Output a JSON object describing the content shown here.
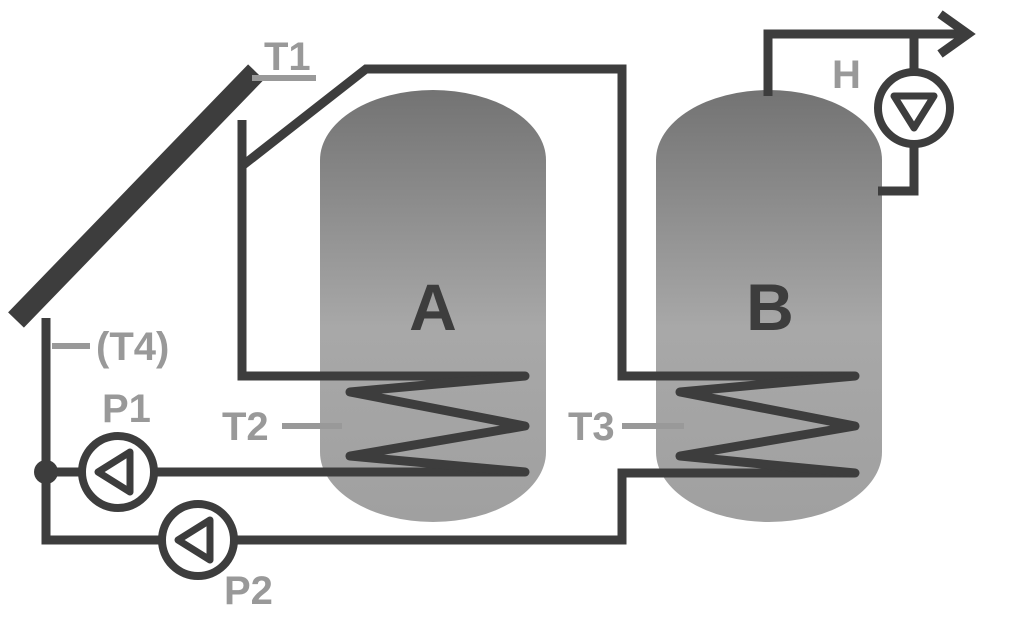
{
  "tanks": {
    "a_label": "A",
    "b_label": "B"
  },
  "sensors": {
    "t1": "T1",
    "t2": "T2",
    "t3": "T3",
    "t4": "(T4)"
  },
  "pumps": {
    "p1": "P1",
    "p2": "P2",
    "h": "H"
  },
  "colors": {
    "pipe": "#3d3d3d",
    "sensor_text": "#999999",
    "tank_top": "#737373",
    "tank_bottom": "#aaaaaa",
    "background": "#ffffff"
  }
}
